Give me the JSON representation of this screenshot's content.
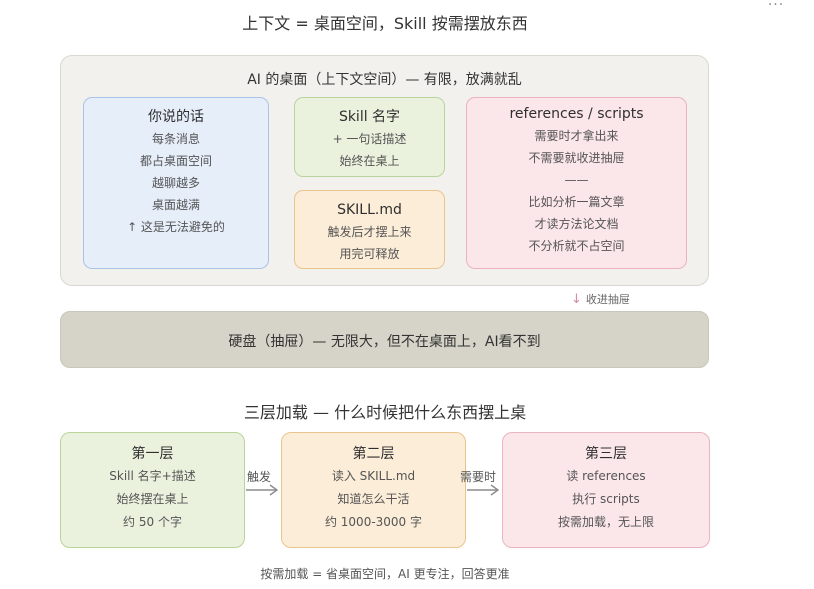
{
  "title": "上下文 = 桌面空间，Skill 按需摆放东西",
  "more_glyph": "···",
  "desk": {
    "title": "AI 的桌面（上下文空间）— 有限，放满就乱",
    "you_said": {
      "head": "你说的话",
      "lines": [
        "每条消息",
        "都占桌面空间",
        "越聊越多",
        "桌面越满",
        "↑ 这是无法避免的"
      ]
    },
    "skill_name": {
      "head": "Skill 名字",
      "lines": [
        "+ 一句话描述",
        "始终在桌上"
      ]
    },
    "skill_md": {
      "head": "SKILL.md",
      "lines": [
        "触发后才摆上来",
        "用完可释放"
      ]
    },
    "refs": {
      "head": "references / scripts",
      "lines": [
        "需要时才拿出来",
        "不需要就收进抽屉",
        "——",
        "比如分析一篇文章",
        "才读方法论文档",
        "不分析就不占空间"
      ]
    }
  },
  "drawer_note": {
    "arrow": "↓",
    "label": "收进抽屉"
  },
  "disk": {
    "label": "硬盘（抽屉）— 无限大，但不在桌面上，AI看不到"
  },
  "layers_title": "三层加载 — 什么时候把什么东西摆上桌",
  "layers": [
    {
      "head": "第一层",
      "lines": [
        "Skill 名字+描述",
        "始终摆在桌上",
        "约 50 个字"
      ]
    },
    {
      "head": "第二层",
      "lines": [
        "读入 SKILL.md",
        "知道怎么干活",
        "约 1000-3000 字"
      ]
    },
    {
      "head": "第三层",
      "lines": [
        "读 references",
        "执行 scripts",
        "按需加载，无上限"
      ]
    }
  ],
  "transitions": [
    "触发",
    "需要时"
  ],
  "footer": "按需加载 = 省桌面空间，AI 更专注，回答更准"
}
